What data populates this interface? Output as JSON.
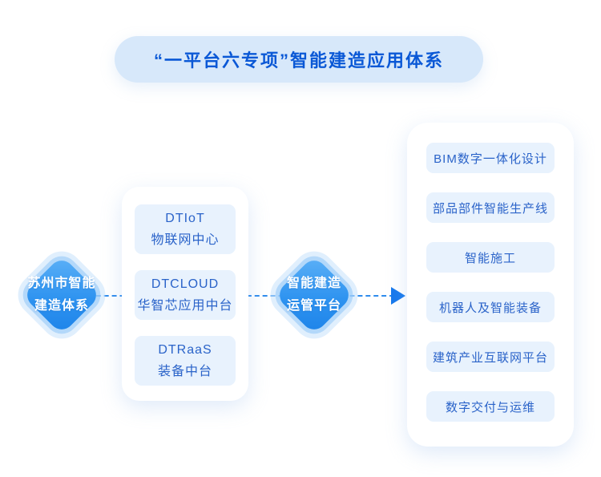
{
  "title": "“一平台六专项”智能建造应用体系",
  "left_node": {
    "line1": "苏州市智能",
    "line2": "建造体系"
  },
  "platform_card": {
    "boxes": [
      {
        "title": "DTIoT",
        "subtitle": "物联网中心"
      },
      {
        "title": "DTCLOUD",
        "subtitle": "华智芯应用中台"
      },
      {
        "title": "DTRaaS",
        "subtitle": "装备中台"
      }
    ]
  },
  "center_node": {
    "line1": "智能建造",
    "line2": "运管平台"
  },
  "applications_card": {
    "items": [
      "BIM数字一体化设计",
      "部品部件智能生产线",
      "智能施工",
      "机器人及智能装备",
      "建筑产业互联网平台",
      "数字交付与运维"
    ]
  },
  "colors": {
    "title_text": "#0a58d6",
    "title_pill_bg": "#d7e8fa",
    "box_bg": "#e8f2fd",
    "box_text": "#2a63c9",
    "diamond_gradient_start": "#5db1f7",
    "diamond_gradient_end": "#1d83e9",
    "connector": "#2f8ced",
    "arrow": "#1678ec"
  }
}
